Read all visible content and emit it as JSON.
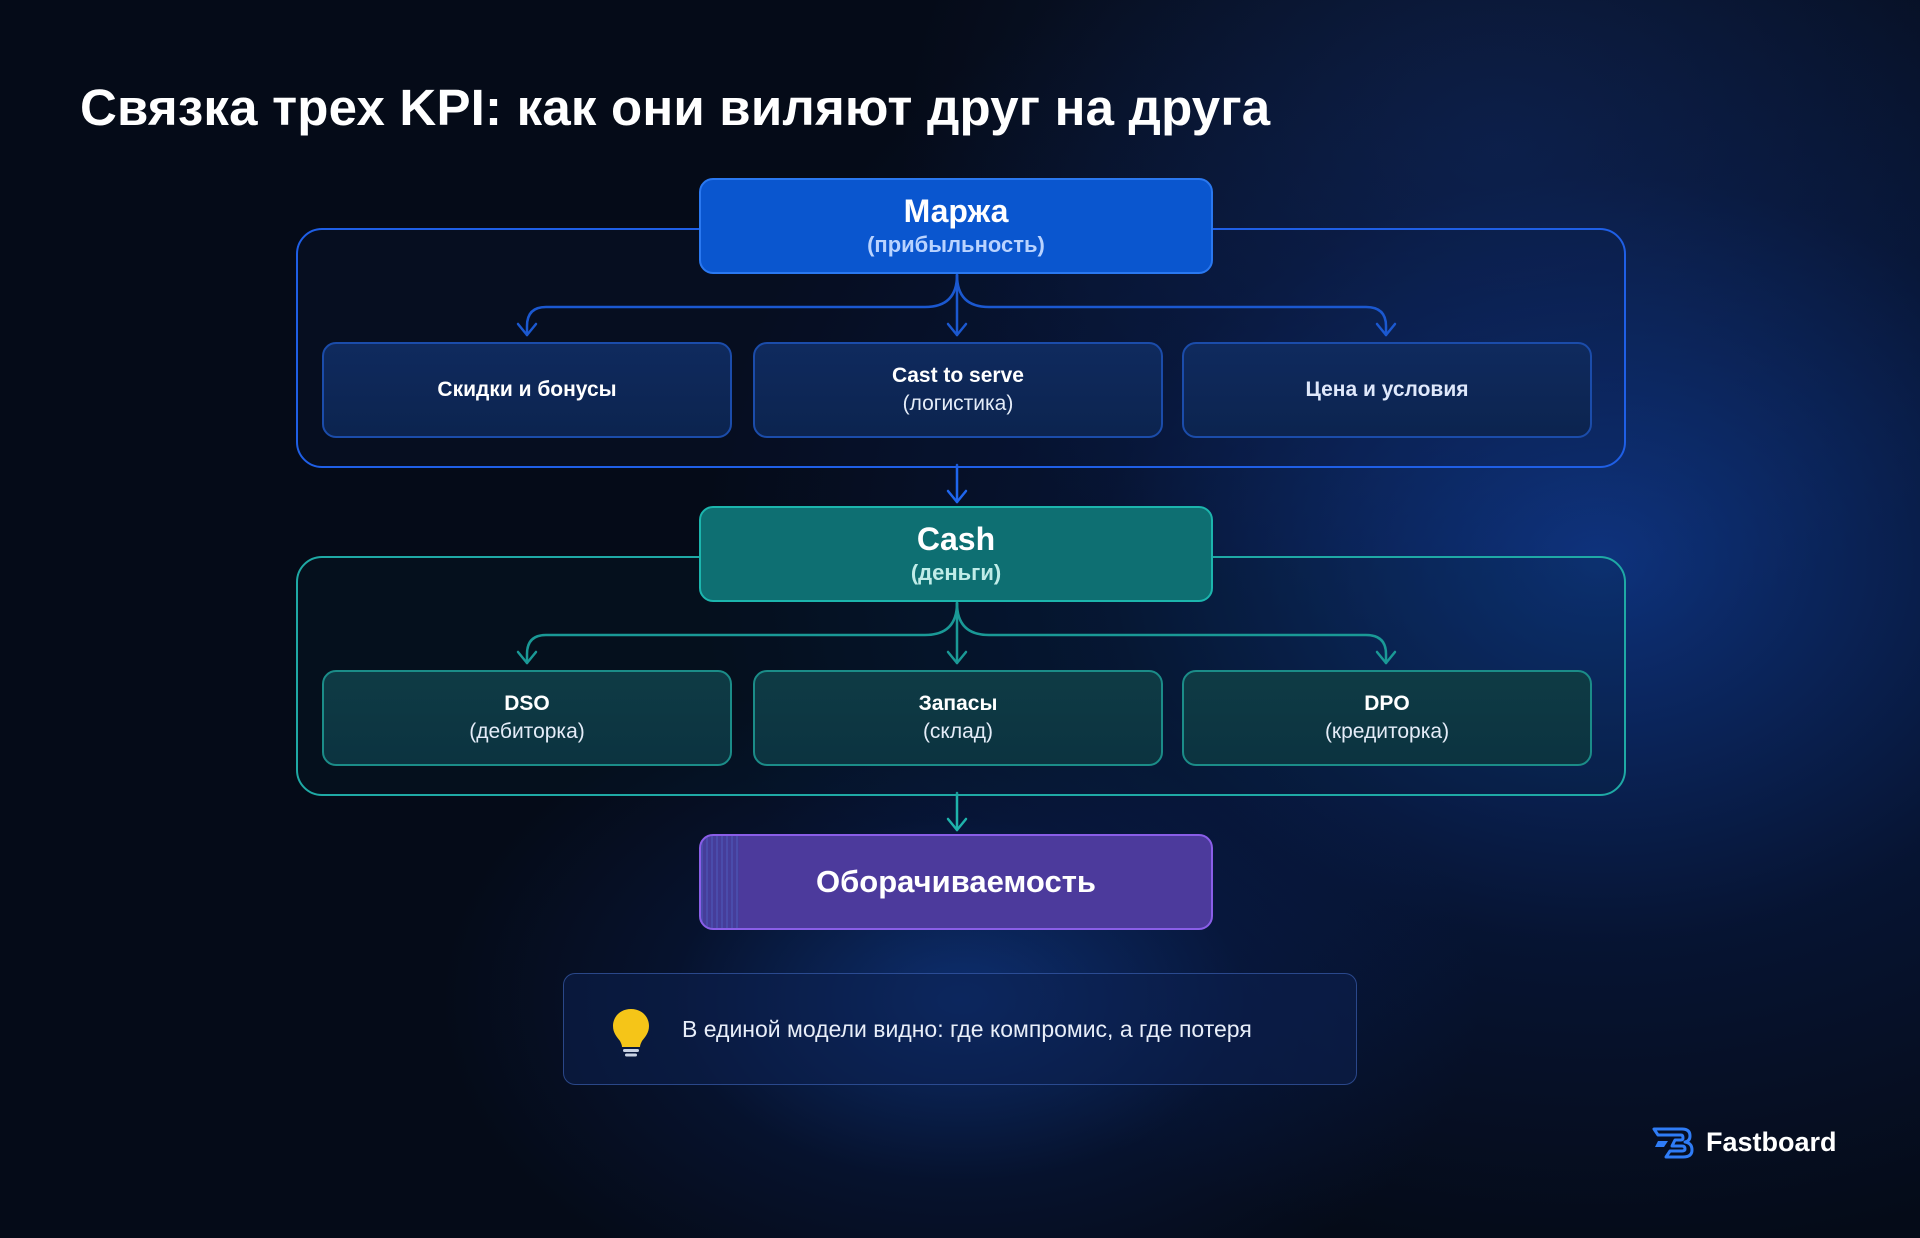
{
  "title": "Связка трех KPI: как они виляют друг на друга",
  "margin_block": {
    "title": "Маржа",
    "subtitle": "(прибыльность)",
    "children": [
      {
        "title": "Скидки и бонусы",
        "subtitle": ""
      },
      {
        "title": "Cast to serve",
        "subtitle": "(логистика)"
      },
      {
        "title": "Цена и условия",
        "subtitle": ""
      }
    ]
  },
  "cash_block": {
    "title": "Cash",
    "subtitle": "(деньги)",
    "children": [
      {
        "title": "DSO",
        "subtitle": "(дебиторка)"
      },
      {
        "title": "Запасы",
        "subtitle": "(склад)"
      },
      {
        "title": "DPO",
        "subtitle": "(кредиторка)"
      }
    ]
  },
  "turnover_block": {
    "title": "Оборачиваемость"
  },
  "insight": {
    "icon": "lightbulb-icon",
    "text": "В единой модели видно: где компромис, а где потеря"
  },
  "brand": {
    "name": "Fastboard",
    "icon": "fastboard-logo-icon"
  },
  "colors": {
    "margin": "#0a56cf",
    "cash": "#0e6f72",
    "turnover": "#4c3a9c",
    "margin_line": "#1f5fe6",
    "cash_line": "#1fa9a5",
    "bulb": "#f5c518"
  }
}
